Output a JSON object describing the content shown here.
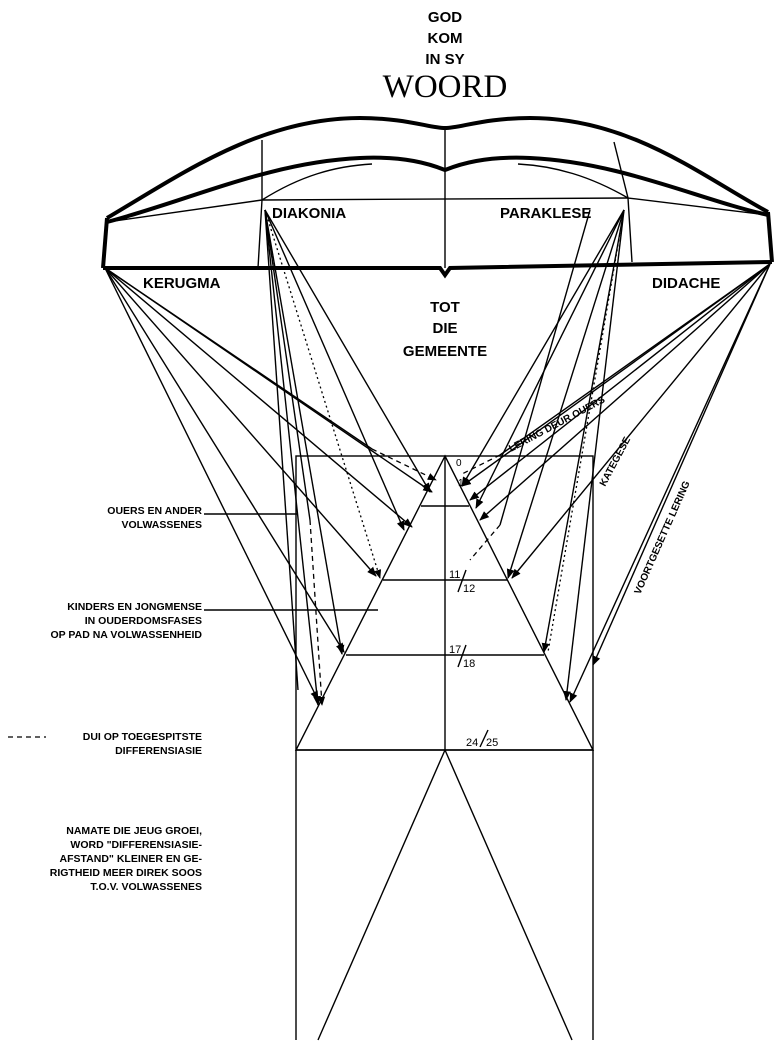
{
  "header": {
    "line1": "GOD",
    "line2": "KOM",
    "line3": "IN SY",
    "line4": "WOORD"
  },
  "book": {
    "diakonia": "DIAKONIA",
    "paraklese": "PARAKLESE",
    "kerugma": "KERUGMA",
    "didache": "DIDACHE"
  },
  "center": {
    "line1": "TOT",
    "line2": "DIE",
    "line3": "GEMEENTE"
  },
  "diagonal_labels": {
    "lering_deur_ouers": "LERING DEUR OUERS",
    "kategese": "KATEGESE",
    "voortgesette_lering": "VOORTGESETTE LERING"
  },
  "ages": {
    "a0_top": "0",
    "a0_bottom": "1",
    "a11": "11",
    "a12": "12",
    "a17": "17",
    "a18": "18",
    "a24": "24",
    "a25": "25"
  },
  "left_labels": {
    "ouers_line1": "OUERS EN ANDER",
    "ouers_line2": "VOLWASSENES",
    "kinders_line1": "KINDERS EN JONGMENSE",
    "kinders_line2": "IN OUDERDOMSFASES",
    "kinders_line3": "OP PAD NA VOLWASSENHEID",
    "dui_line1": "DUI OP TOEGESPITSTE",
    "dui_line2": "DIFFERENSIASIE",
    "namate_line1": "NAMATE DIE JEUG GROEI,",
    "namate_line2": "WORD \"DIFFERENSIASIE-",
    "namate_line3": "AFSTAND\" KLEINER EN GE-",
    "namate_line4": "RIGTHEID MEER DIREK SOOS",
    "namate_line5": "T.O.V. VOLWASSENES"
  }
}
